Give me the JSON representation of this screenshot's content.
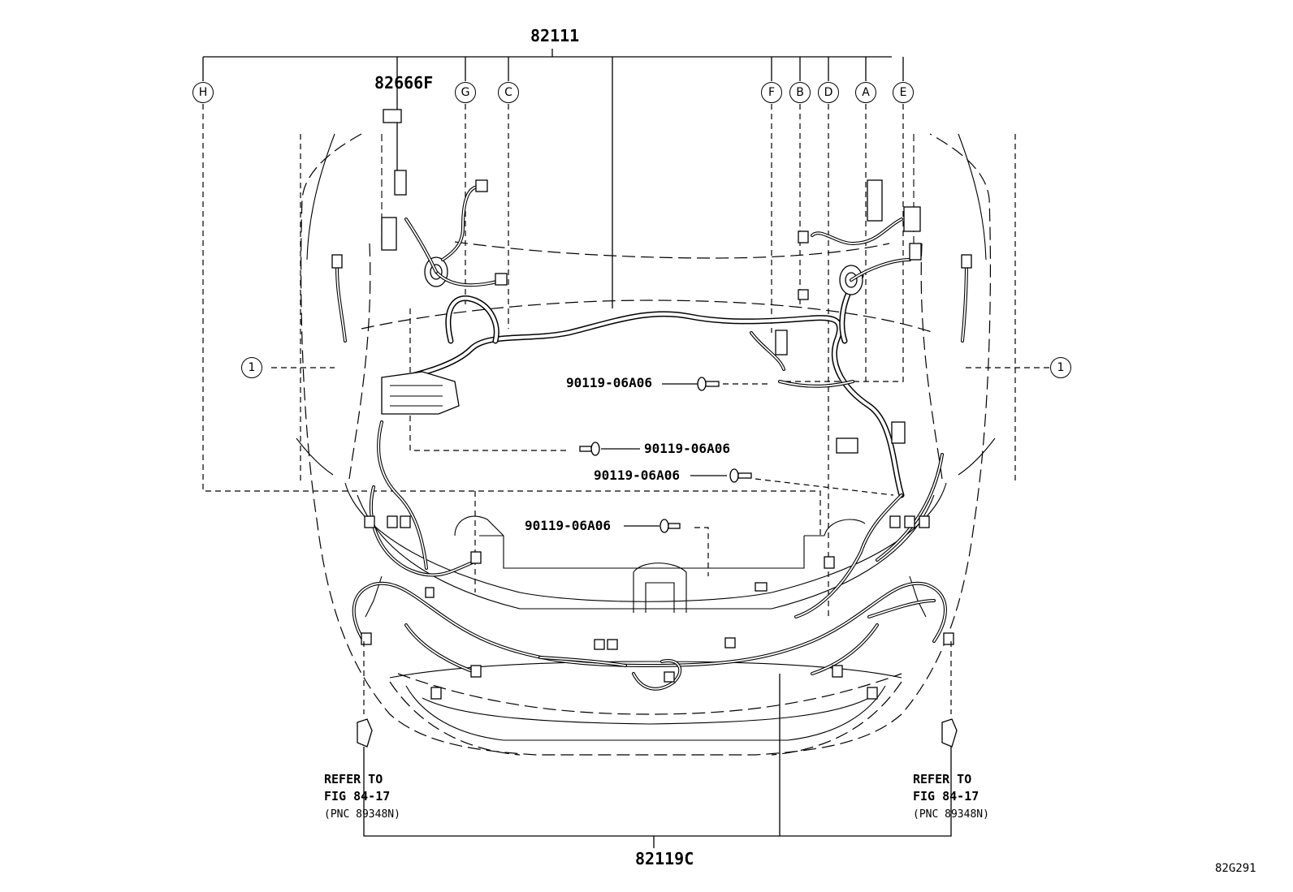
{
  "diagram_id": "82G291",
  "main_harness_part": "82111",
  "front_harness_part": "82119C",
  "relay_part": "82666F",
  "bolt_part": "90119-06A06",
  "callouts": [
    "H",
    "G",
    "C",
    "F",
    "B",
    "D",
    "A",
    "E"
  ],
  "side_callout": "1",
  "reference_note": {
    "line1": "REFER TO",
    "line2": "FIG 84-17",
    "line3": "(PNC 89348N)"
  }
}
